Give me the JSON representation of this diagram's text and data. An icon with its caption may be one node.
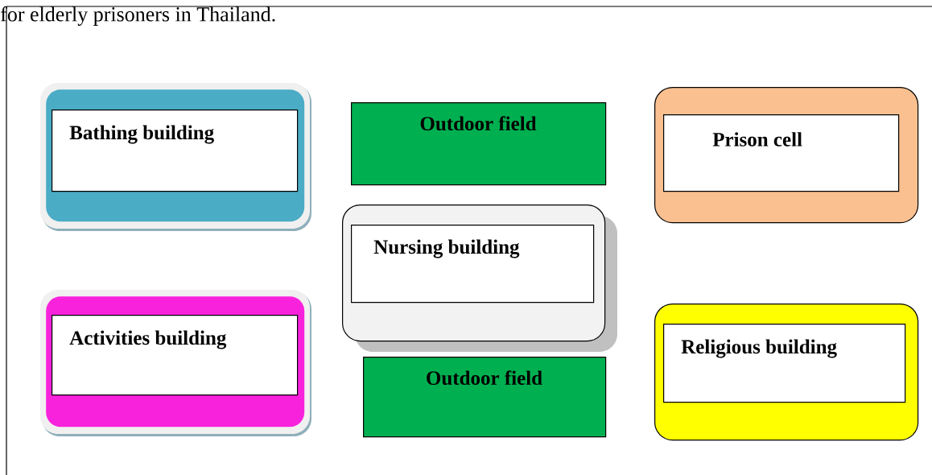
{
  "diagram": {
    "nodes": [
      {
        "text": [],
        "shape": "box"
      },
      {
        "text": [
          "Bathing building"
        ],
        "in": 0
      },
      {
        "text": [
          "Outdoor field"
        ]
      },
      {
        "text": [],
        "shape": "box"
      },
      {
        "text": [
          "Prison cell"
        ],
        "in": 3
      },
      {
        "text": [],
        "shape": "box"
      },
      {
        "text": [
          "Nursing building"
        ],
        "in": 5
      },
      {
        "text": [],
        "shape": "box"
      },
      {
        "text": [
          "Activities building"
        ],
        "in": 7
      },
      {
        "text": [
          "Outdoor field"
        ]
      },
      {
        "text": [],
        "shape": "box"
      },
      {
        "text": [
          "Religious building"
        ],
        "in": 10
      }
    ],
    "edges": [],
    "labels": [
      "for elderly prisoners in Thailand."
    ]
  }
}
